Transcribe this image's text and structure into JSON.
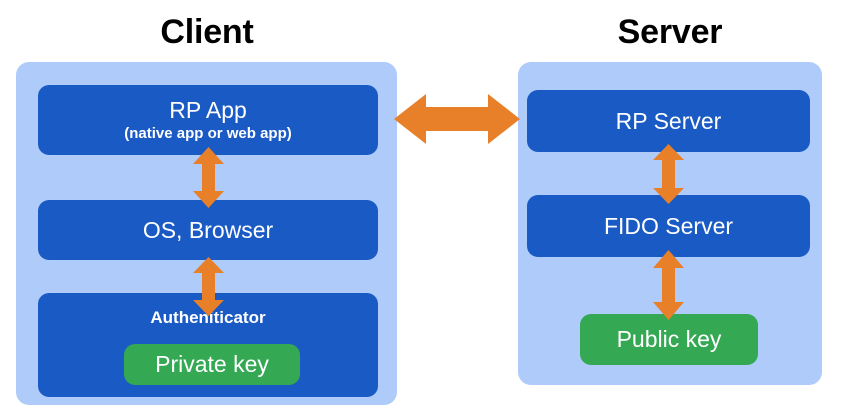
{
  "diagram": {
    "title": "FIDO / WebAuthn client-server architecture",
    "background": "#ffffff",
    "colors": {
      "panel": "#aecbfa",
      "component_box": "#1a5ac4",
      "key_box": "#34a853",
      "arrow": "#e8802a",
      "title_text": "#000000",
      "box_text": "#ffffff"
    }
  },
  "client": {
    "title": "Client",
    "boxes": {
      "rp_app": {
        "label": "RP App",
        "sublabel": "(native app or web app)"
      },
      "os_browser": {
        "label": "OS, Browser"
      },
      "authenticator": {
        "label": "Autheniticator"
      },
      "private_key": {
        "label": "Private key"
      }
    }
  },
  "server": {
    "title": "Server",
    "boxes": {
      "rp_server": {
        "label": "RP Server"
      },
      "fido_server": {
        "label": "FIDO Server"
      },
      "public_key": {
        "label": "Public key"
      }
    }
  },
  "connectors": [
    {
      "name": "client-to-server",
      "from": "RP App",
      "to": "RP Server",
      "direction": "bidirectional",
      "orientation": "horizontal"
    },
    {
      "name": "rp-app-to-os-browser",
      "from": "RP App",
      "to": "OS, Browser",
      "direction": "bidirectional",
      "orientation": "vertical"
    },
    {
      "name": "os-browser-to-authenticator",
      "from": "OS, Browser",
      "to": "Autheniticator",
      "direction": "bidirectional",
      "orientation": "vertical"
    },
    {
      "name": "rp-server-to-fido-server",
      "from": "RP Server",
      "to": "FIDO Server",
      "direction": "bidirectional",
      "orientation": "vertical"
    },
    {
      "name": "fido-server-to-public-key",
      "from": "FIDO Server",
      "to": "Public key",
      "direction": "bidirectional",
      "orientation": "vertical"
    }
  ]
}
